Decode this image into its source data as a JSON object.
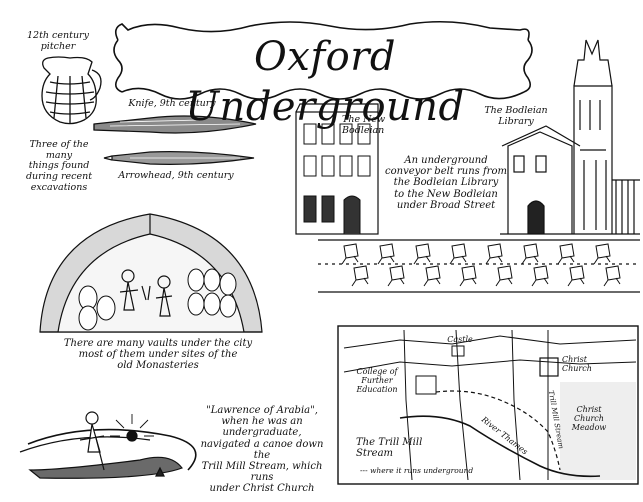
{
  "title": "Oxford Underground",
  "labels": {
    "pitcher": [
      "12th century",
      "pitcher"
    ],
    "knife": "Knife, 9th century",
    "finds": [
      "Three of the many",
      "things found",
      "during recent",
      "excavations"
    ],
    "arrowhead": "Arrowhead, 9th century",
    "new_bodleian": [
      "The New",
      "Bodleian"
    ],
    "bodleian": [
      "The Bodleian",
      "Library"
    ],
    "conveyor": [
      "An underground",
      "conveyor belt runs from",
      "the Bodleian Library",
      "to the New Bodleian",
      "under Broad Street"
    ],
    "vaults": [
      "There are many vaults under the city",
      "most of them under sites of the",
      "old Monasteries"
    ],
    "lawrence": [
      "\"Lawrence of Arabia\",",
      "when he was an undergraduate,",
      "navigated a canoe down the",
      "Trill Mill Stream, which runs",
      "under Christ Church"
    ]
  },
  "map": {
    "castle": "Castle",
    "college": [
      "College of",
      "Further",
      "Education"
    ],
    "christ_church": [
      "Christ",
      "Church"
    ],
    "meadow": [
      "Christ",
      "Church",
      "Meadow"
    ],
    "river": "River Thames",
    "trill_mill": [
      "The Trill Mill",
      "Stream"
    ],
    "legend": "--- where it runs underground",
    "road": "Trill Mill Stream"
  }
}
